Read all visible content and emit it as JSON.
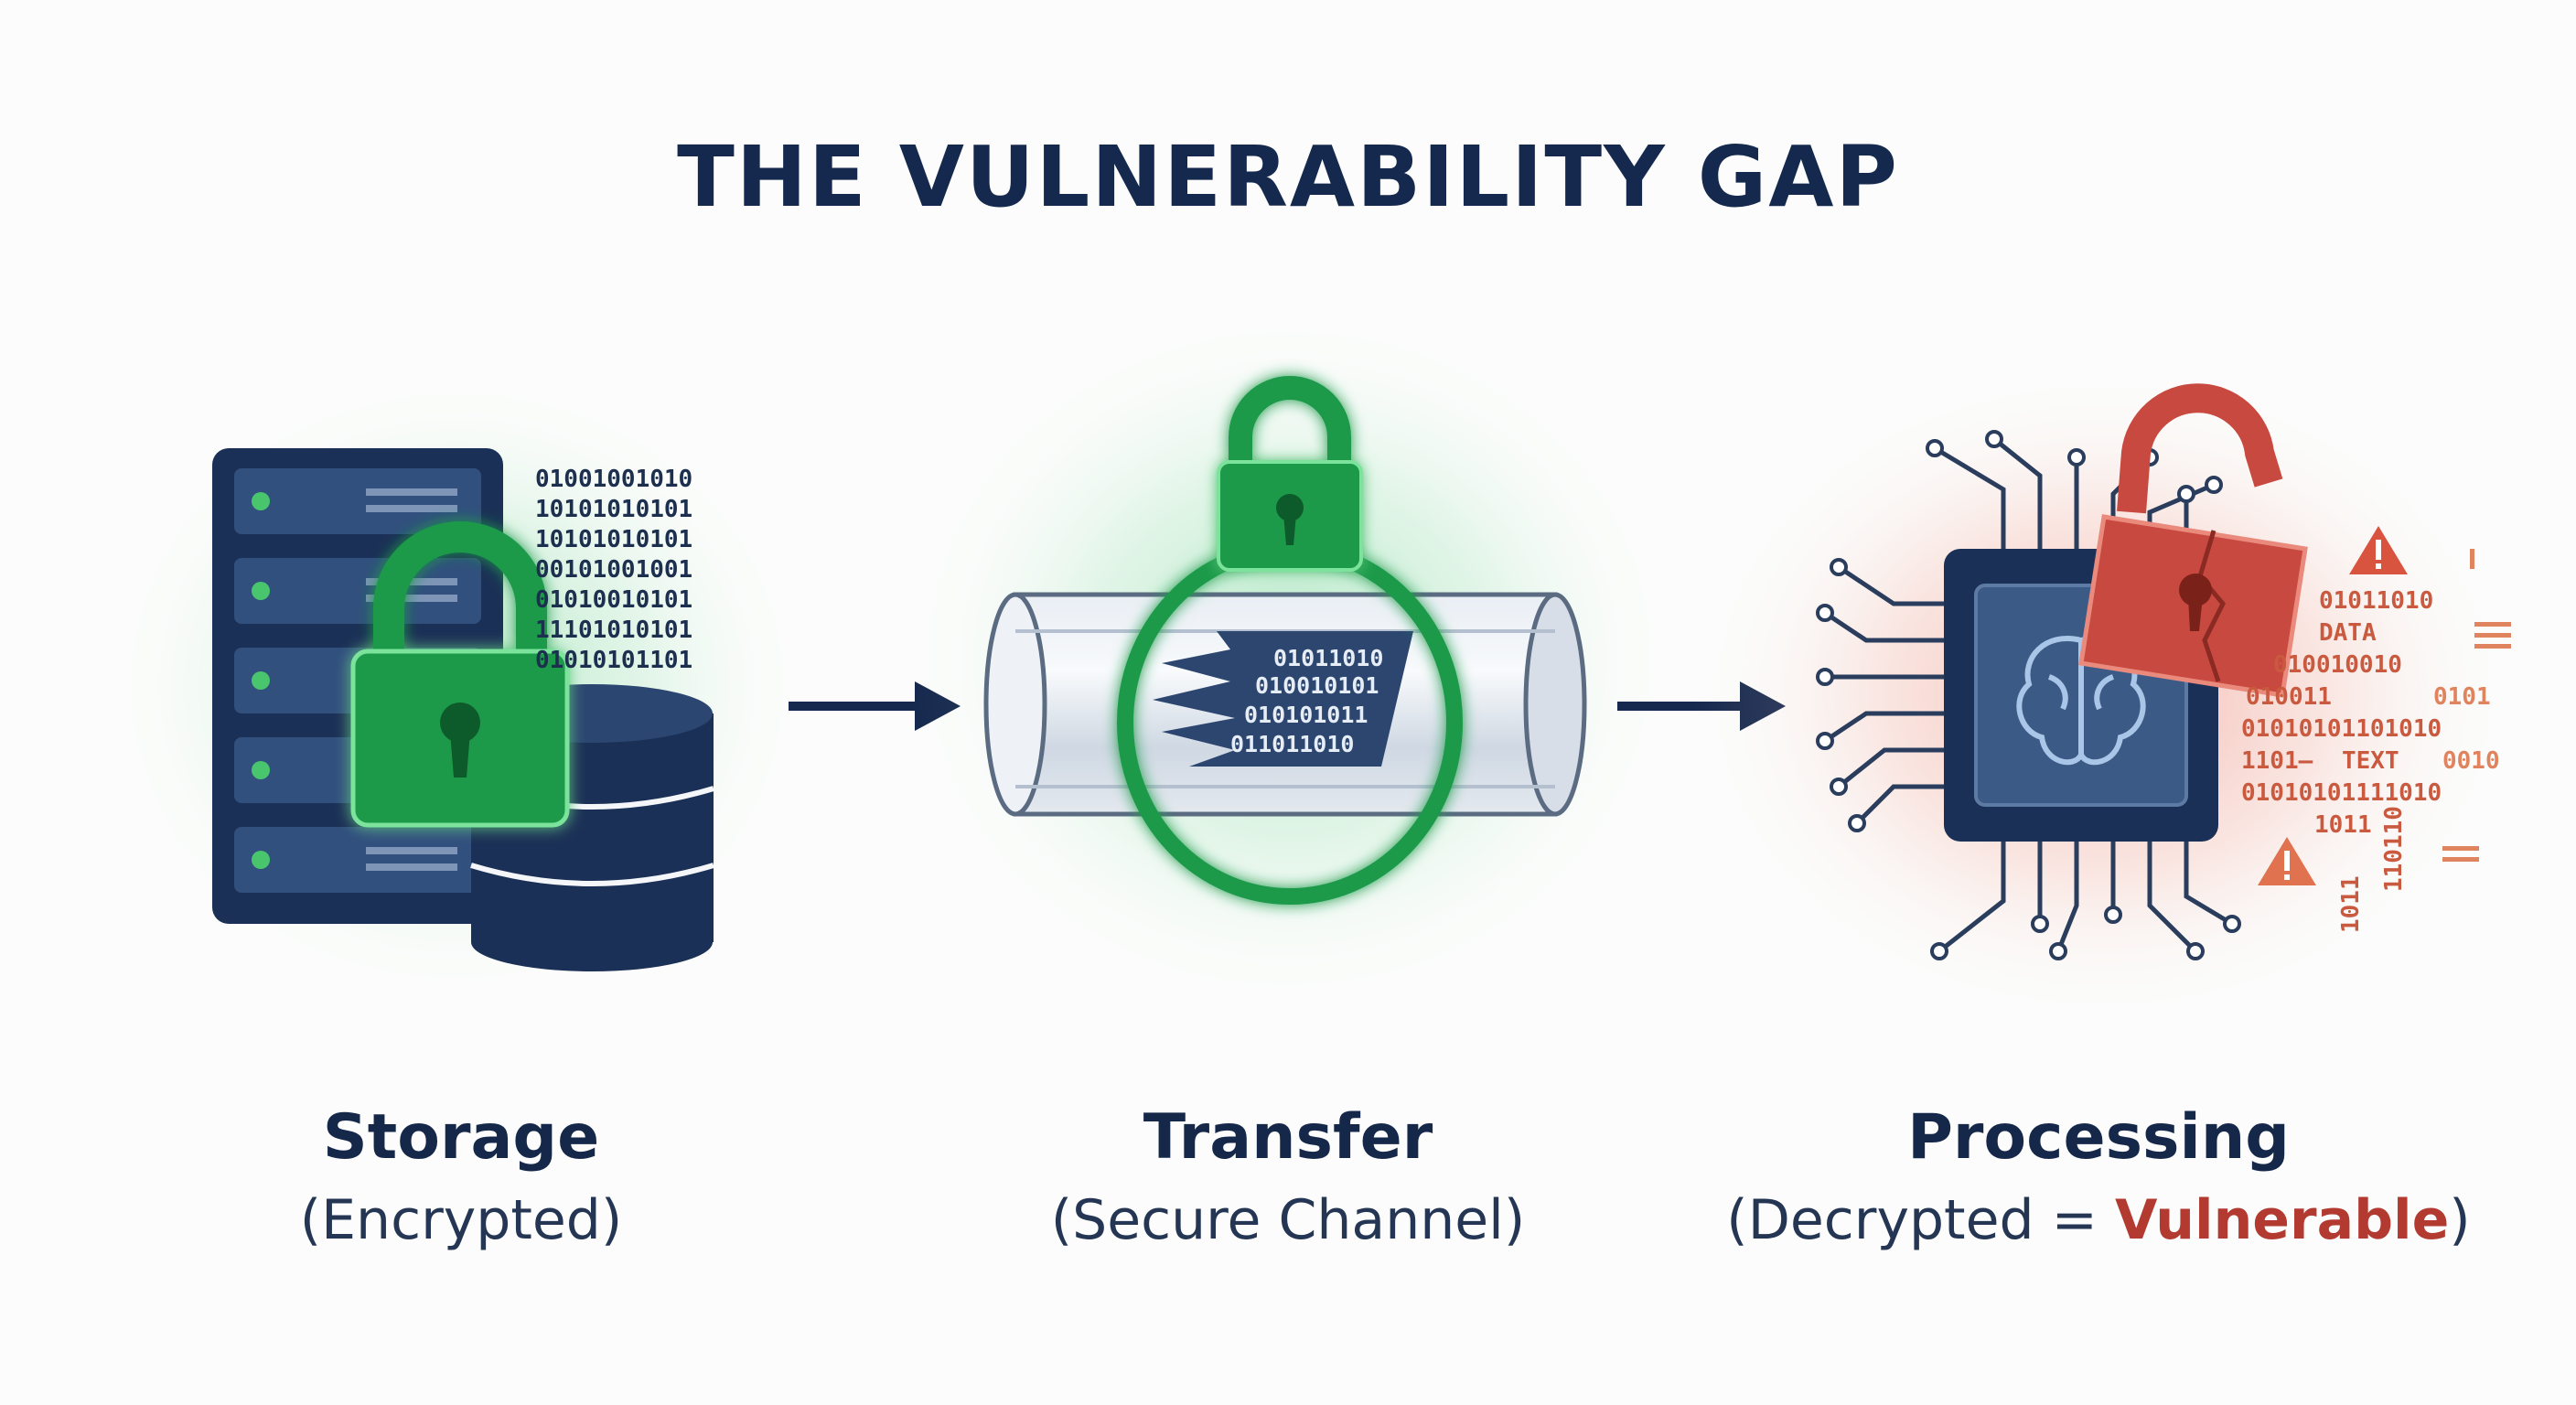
{
  "title": "THE VULNERABILITY GAP",
  "colors": {
    "navy": "#15284d",
    "secure_green": "#1f9a4a",
    "danger_red": "#c8493f",
    "danger_orange": "#e0724f"
  },
  "stages": [
    {
      "name": "Storage",
      "state": "(Encrypted)",
      "icon": "server-database-lock-icon",
      "binary": [
        "01001001010",
        "10101010101",
        "10101010101",
        "00101001001",
        "01010010101",
        "11101010101",
        "01010101101"
      ]
    },
    {
      "name": "Transfer",
      "state": "(Secure Channel)",
      "icon": "secure-pipe-lock-icon",
      "binary": [
        "01011010",
        "010010101",
        "010101011",
        "011011010"
      ]
    },
    {
      "name": "Processing",
      "state_prefix": "(Decrypted = ",
      "state_highlight": "Vulnerable",
      "state_suffix": ")",
      "icon": "ai-chip-broken-lock-icon",
      "binary": [
        "01011010",
        "DATA",
        "010010010",
        "010011",
        "0101",
        "01010101101010",
        "1101—",
        "TEXT",
        "0010",
        "01010101111010",
        "1011",
        "110110",
        "1011"
      ]
    }
  ],
  "arrows": [
    "arrow-right-icon",
    "arrow-right-icon"
  ]
}
